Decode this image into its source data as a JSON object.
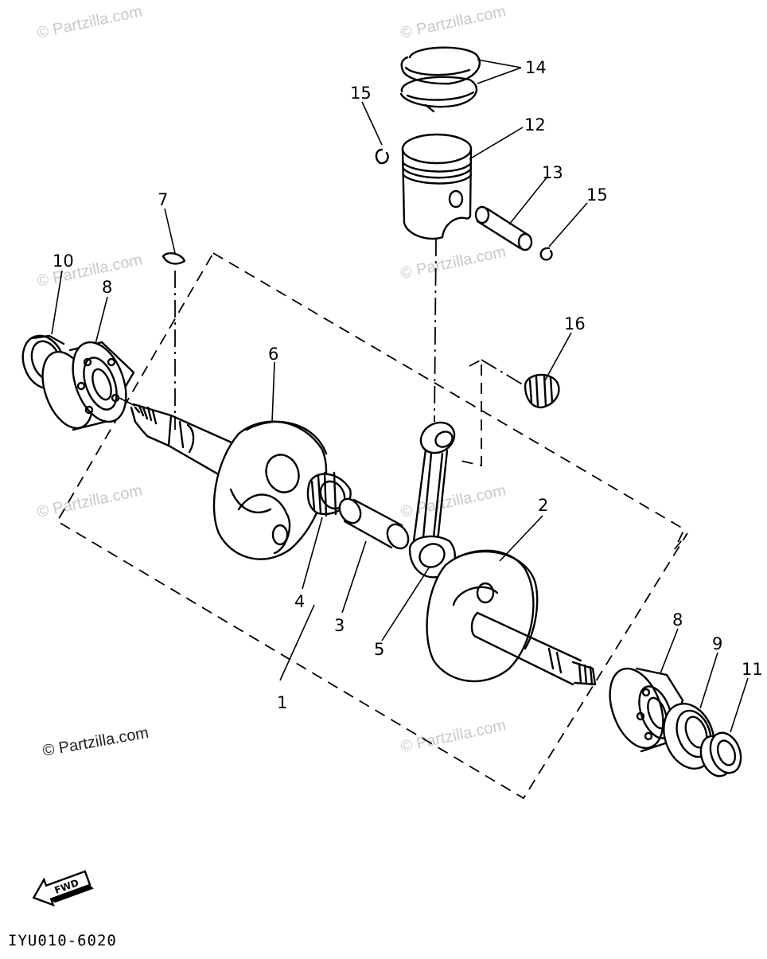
{
  "watermarks": {
    "text": "© Partzilla.com"
  },
  "callouts": {
    "c1": "1",
    "c2": "2",
    "c3": "3",
    "c4": "4",
    "c5": "5",
    "c6": "6",
    "c7": "7",
    "c8a": "8",
    "c8b": "8",
    "c9": "9",
    "c10": "10",
    "c11": "11",
    "c12": "12",
    "c13": "13",
    "c14": "14",
    "c15a": "15",
    "c15b": "15",
    "c16": "16"
  },
  "fwd_label": "FWD",
  "diagram_code": "IYU010-6020"
}
